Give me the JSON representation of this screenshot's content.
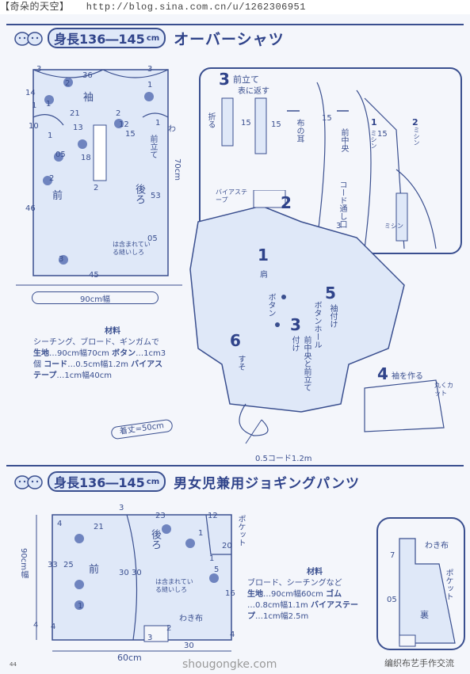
{
  "watermark": {
    "site": "【奇朵的天空】",
    "url": "http://blog.sina.com.cn/u/1262306951"
  },
  "sections": [
    {
      "size_badge": "身長136―145",
      "size_unit": "cm",
      "title": "オーバーシャツ"
    },
    {
      "size_badge": "身長136―145",
      "size_unit": "cm",
      "title": "男女児兼用ジョギングパンツ"
    }
  ],
  "shirt_pattern": {
    "labels": {
      "sleeve": "袖",
      "front": "前",
      "back": "後ろ",
      "placket": "前立て",
      "seam_note": "は含まれている縫いしろ",
      "width_note": "90cm幅",
      "dim_70cm": "70cm"
    },
    "dims": [
      "3",
      "36",
      "3",
      "14",
      "2",
      "21",
      "2",
      "1",
      "13",
      "12",
      "1",
      "10",
      "1",
      "05",
      "18",
      "15",
      "2",
      "46",
      "53",
      "45",
      "05",
      "1",
      "わ",
      "2",
      "3",
      "1"
    ]
  },
  "placket_steps": {
    "step_number": "3",
    "step_title": "前立て",
    "fold_label": "折る",
    "show_front": "表に返す",
    "dim_15a": "15",
    "dim_15b": "15",
    "dim_15c": "15",
    "dim_15d": "15",
    "front_ear": "布の耳",
    "center_front": "前中央",
    "machine": "ミシン",
    "dim_1": "1",
    "dim_2": "2",
    "cord_hole": "コード通し口",
    "dim_3": "3"
  },
  "assembly": {
    "bias_tape": "バイアステープ",
    "steps": [
      {
        "no": "1",
        "text": "肩"
      },
      {
        "no": "2",
        "text": ""
      },
      {
        "no": "3",
        "text": "前中央と前立て付け"
      },
      {
        "no": "4",
        "text": "袖を作る"
      },
      {
        "no": "5",
        "text": "袖付け"
      },
      {
        "no": "6",
        "text": "すそ"
      }
    ],
    "button": "ボタン",
    "buttonhole": "ボタンホール",
    "round_cut": "丸くカット",
    "waist_label": "着丈=50cm",
    "cord_label": "0.5コード1.2m"
  },
  "shirt_materials": {
    "head": "材料",
    "line1": "シーチング、ブロード、ギンガムで",
    "line2_a": "生地",
    "line2_b": "…90cm幅70cm",
    "line2_c": "ボタン",
    "line2_d": "…1cm3",
    "line3_a": "個",
    "line3_b": "コード",
    "line3_c": "…0.5cm幅1.2m",
    "line3_d": "バイアス",
    "line4_a": "テープ",
    "line4_b": "…1cm幅40cm"
  },
  "pants_pattern": {
    "labels": {
      "front": "前",
      "back": "後ろ",
      "pocket": "ポケット",
      "side_cloth": "わき布",
      "seam_note": "は含まれている縫いしろ",
      "width": "60cm",
      "dim_90cm": "90cm幅"
    },
    "dims": [
      "3",
      "23",
      "4",
      "21",
      "12",
      "1",
      "20",
      "1",
      "5",
      "33",
      "25",
      "30",
      "30",
      "16",
      "1",
      "4",
      "4",
      "3",
      "30",
      "4",
      "2"
    ]
  },
  "pants_materials": {
    "head": "材料",
    "line1": "ブロード、シーチングなど",
    "line2_a": "生地",
    "line2_b": "…90cm幅60cm",
    "line2_c": "ゴム",
    "line3_a": "…0.8cm幅1.1m",
    "line3_b": "バイアステー",
    "line4_a": "プ",
    "line4_b": "…1cm幅2.5m"
  },
  "pocket_detail": {
    "side_cloth": "わき布",
    "pocket": "ポケット",
    "back_label": "裏",
    "dim_7": "7",
    "dim_05": "05"
  },
  "footer": {
    "page_no": "44",
    "site": "shougongke.com",
    "brand": "编织布艺手作交流"
  },
  "colors": {
    "ink": "#3a4f8f",
    "paper": "#f4f6fb",
    "fill": "#dfe8f8"
  }
}
